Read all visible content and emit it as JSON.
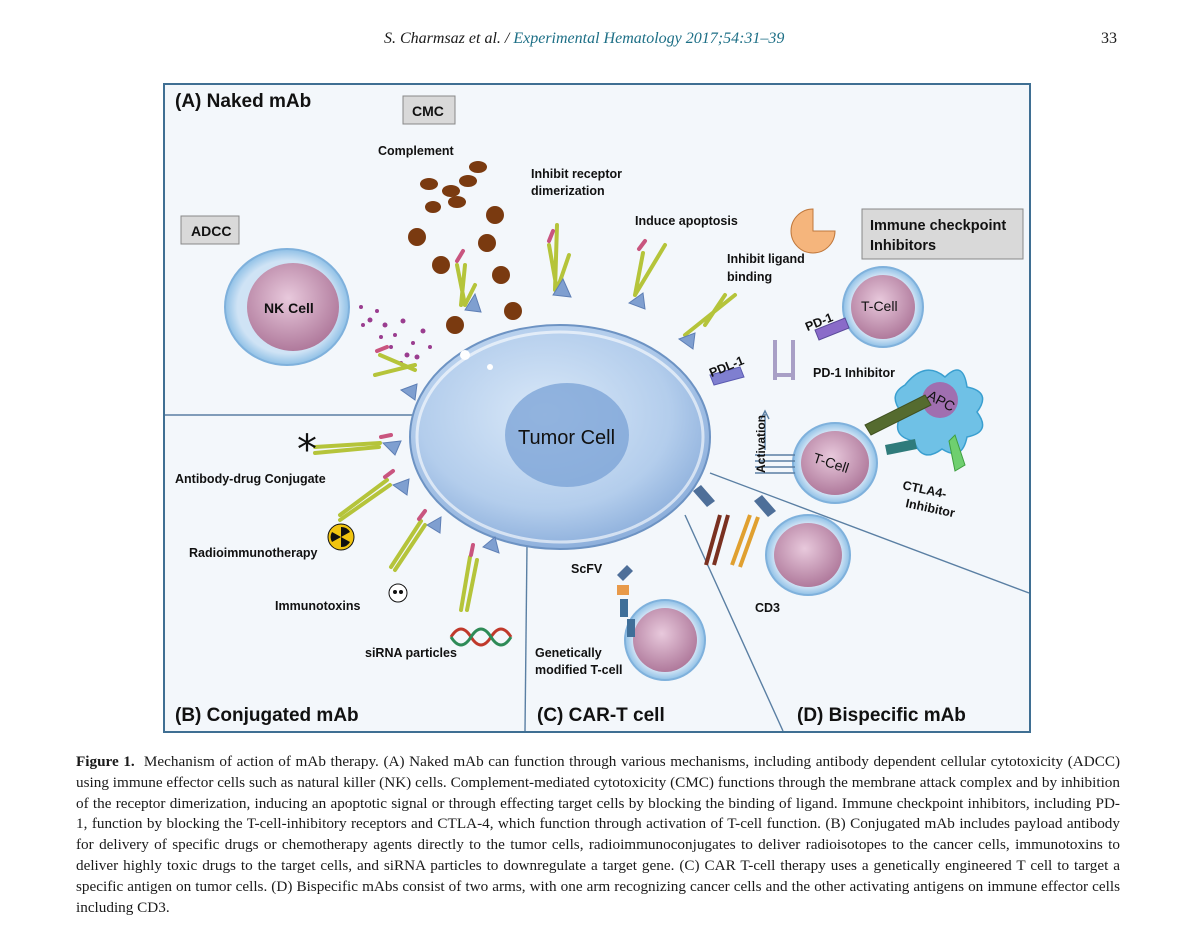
{
  "header": {
    "authors": "S. Charmsaz et al. / ",
    "journal": "Experimental Hematology 2017;54:31–39",
    "page_number": "33"
  },
  "figure": {
    "panels": {
      "a": "(A)  Naked mAb",
      "b": "(B)  Conjugated mAb",
      "c": "(C) CAR-T cell",
      "d": "(D)  Bispecific mAb"
    },
    "boxes": {
      "cmc": "CMC",
      "adcc": "ADCC",
      "checkpoint_line1": "Immune checkpoint",
      "checkpoint_line2": "Inhibitors"
    },
    "labels": {
      "complement": "Complement",
      "inhibit_dimer_1": "Inhibit receptor",
      "inhibit_dimer_2": "dimerization",
      "induce_apoptosis": "Induce apoptosis",
      "inhibit_ligand_1": "Inhibit ligand",
      "inhibit_ligand_2": "binding",
      "nk_cell": "NK Cell",
      "tumor_cell": "Tumor Cell",
      "t_cell": "T-Cell",
      "pd1": "PD-1",
      "pdl1": "PDL-1",
      "pd1_inhibitor": "PD-1 Inhibitor",
      "apc": "APC",
      "activation": "Activation",
      "ctla4_1": "CTLA4-",
      "ctla4_2": "Inhibitor",
      "adc": "Antibody-drug Conjugate",
      "radio": "Radioimmunotherapy",
      "immunotoxins": "Immunotoxins",
      "sirna": "siRNA particles",
      "scfv": "ScFV",
      "gm_tcell_1": "Genetically",
      "gm_tcell_2": "modified T-cell",
      "cd3": "CD3"
    }
  },
  "caption": {
    "label": "Figure 1.",
    "text": "Mechanism of action of mAb therapy. (A) Naked mAb can function through various mechanisms, including antibody dependent cellular cytotoxicity (ADCC) using immune effector cells such as natural killer (NK) cells. Complement-mediated cytotoxicity (CMC) functions through the membrane attack complex and by inhibition of the receptor dimerization, inducing an apoptotic signal or through effecting target cells by blocking the binding of ligand. Immune checkpoint inhibitors, including PD-1, function by blocking the T-cell-inhibitory receptors and CTLA-4, which function through activation of T-cell function. (B) Conjugated mAb includes payload antibody for delivery of specific drugs or chemotherapy agents directly to the tumor cells, radioimmunoconjugates to deliver radioisotopes to the cancer cells, immunotoxins to deliver highly toxic drugs to the target cells, and siRNA particles to downregulate a target gene. (C) CAR T-cell therapy uses a genetically engineered T cell to target a specific antigen on tumor cells. (D) Bispecific mAbs consist of two arms, with one arm recognizing cancer cells and the other activating antigens on immune effector cells including CD3."
  }
}
